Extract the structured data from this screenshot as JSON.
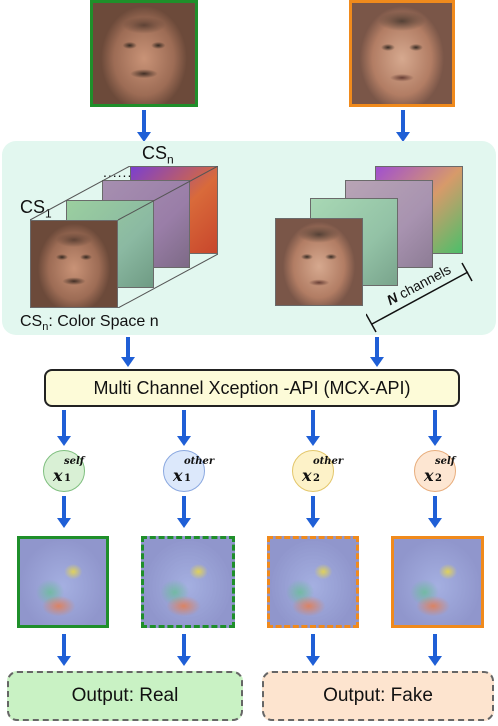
{
  "colors": {
    "real_frame": "#1f8f2a",
    "fake_frame": "#f08a1c",
    "arrow": "#1f5fd6",
    "panel_bg": "#e2f7ef",
    "mcx_bg": "#fdfbd8",
    "real_output_bg": "#c9f2c4",
    "fake_output_bg": "#fde4cf"
  },
  "input_images": {
    "real": "face-image",
    "fake": "face-image"
  },
  "color_space": {
    "top_label_main": "CS",
    "top_label_sub": "n",
    "dots": "......",
    "first_label_main": "CS",
    "first_label_sub": "1",
    "legend_main": "CS",
    "legend_sub": "n",
    "legend_rest": ": Color Space n",
    "channels_bold": "N",
    "channels_rest": " channels"
  },
  "mcx_label": "Multi Channel Xception -API (MCX-API)",
  "nodes": [
    {
      "symbol": "x",
      "sup": "self",
      "sub": "1"
    },
    {
      "symbol": "x",
      "sup": "other",
      "sub": "1"
    },
    {
      "symbol": "x",
      "sup": "other",
      "sub": "2"
    },
    {
      "symbol": "x",
      "sup": "self",
      "sub": "2"
    }
  ],
  "outputs": {
    "real": "Output: Real",
    "fake": "Output: Fake"
  }
}
